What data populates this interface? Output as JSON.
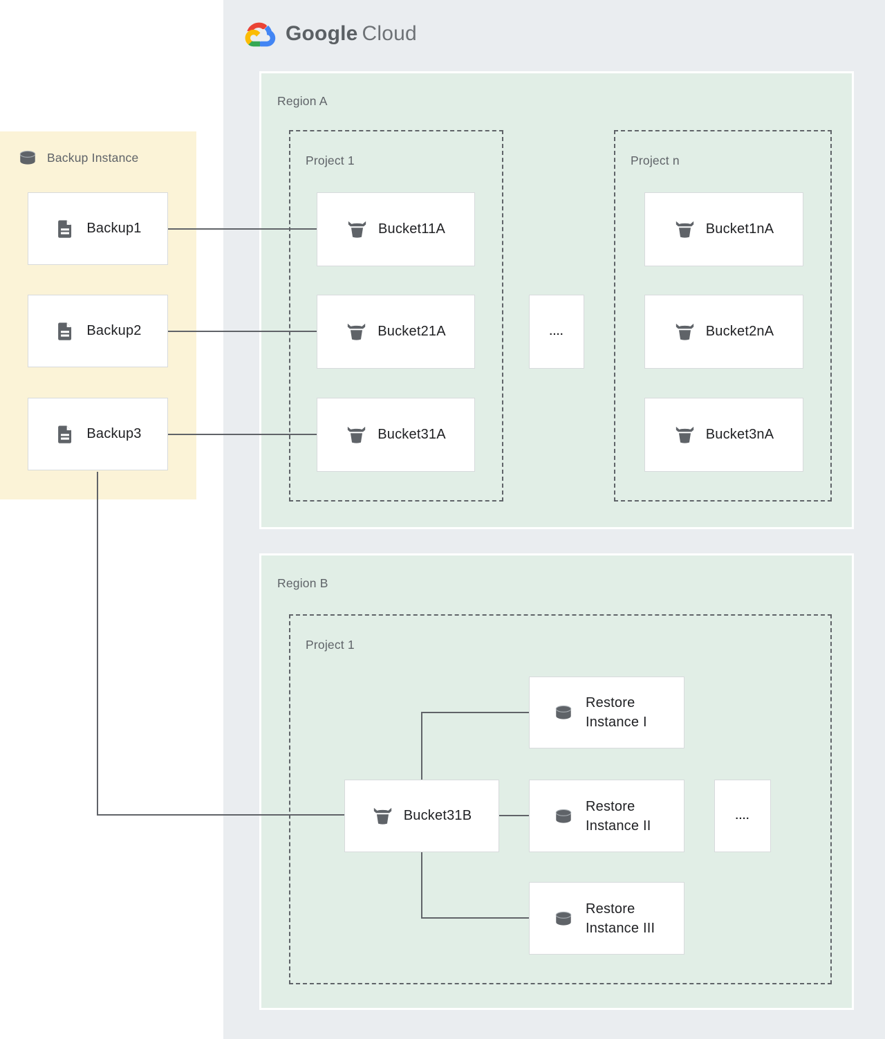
{
  "logo": {
    "google": "Google",
    "cloud": "Cloud"
  },
  "backup_panel": {
    "title": "Backup Instance",
    "items": [
      {
        "label": "Backup1"
      },
      {
        "label": "Backup2"
      },
      {
        "label": "Backup3"
      }
    ]
  },
  "region_a": {
    "label": "Region A",
    "ellipsis": "....",
    "project_1": {
      "label": "Project 1",
      "buckets": [
        "Bucket11A",
        "Bucket21A",
        "Bucket31A"
      ]
    },
    "project_n": {
      "label": "Project n",
      "buckets": [
        "Bucket1nA",
        "Bucket2nA",
        "Bucket3nA"
      ]
    }
  },
  "region_b": {
    "label": "Region B",
    "project_1": {
      "label": "Project 1",
      "bucket": "Bucket31B",
      "restores": [
        "Restore Instance I",
        "Restore Instance II",
        "Restore Instance III"
      ],
      "ellipsis": "...."
    }
  },
  "colors": {
    "canvas_gray": "#eaedf0",
    "region_green": "#e1eee6",
    "backup_yellow": "#fbf3d7",
    "node_border": "#d7dadc",
    "connector_gray": "#606368",
    "icon_gray": "#5f6368",
    "label_gray": "#5f6368",
    "node_text": "#202124",
    "logo_red": "#EA4335",
    "logo_blue": "#4285F4",
    "logo_green": "#34A853",
    "logo_yellow": "#FBBC05"
  }
}
